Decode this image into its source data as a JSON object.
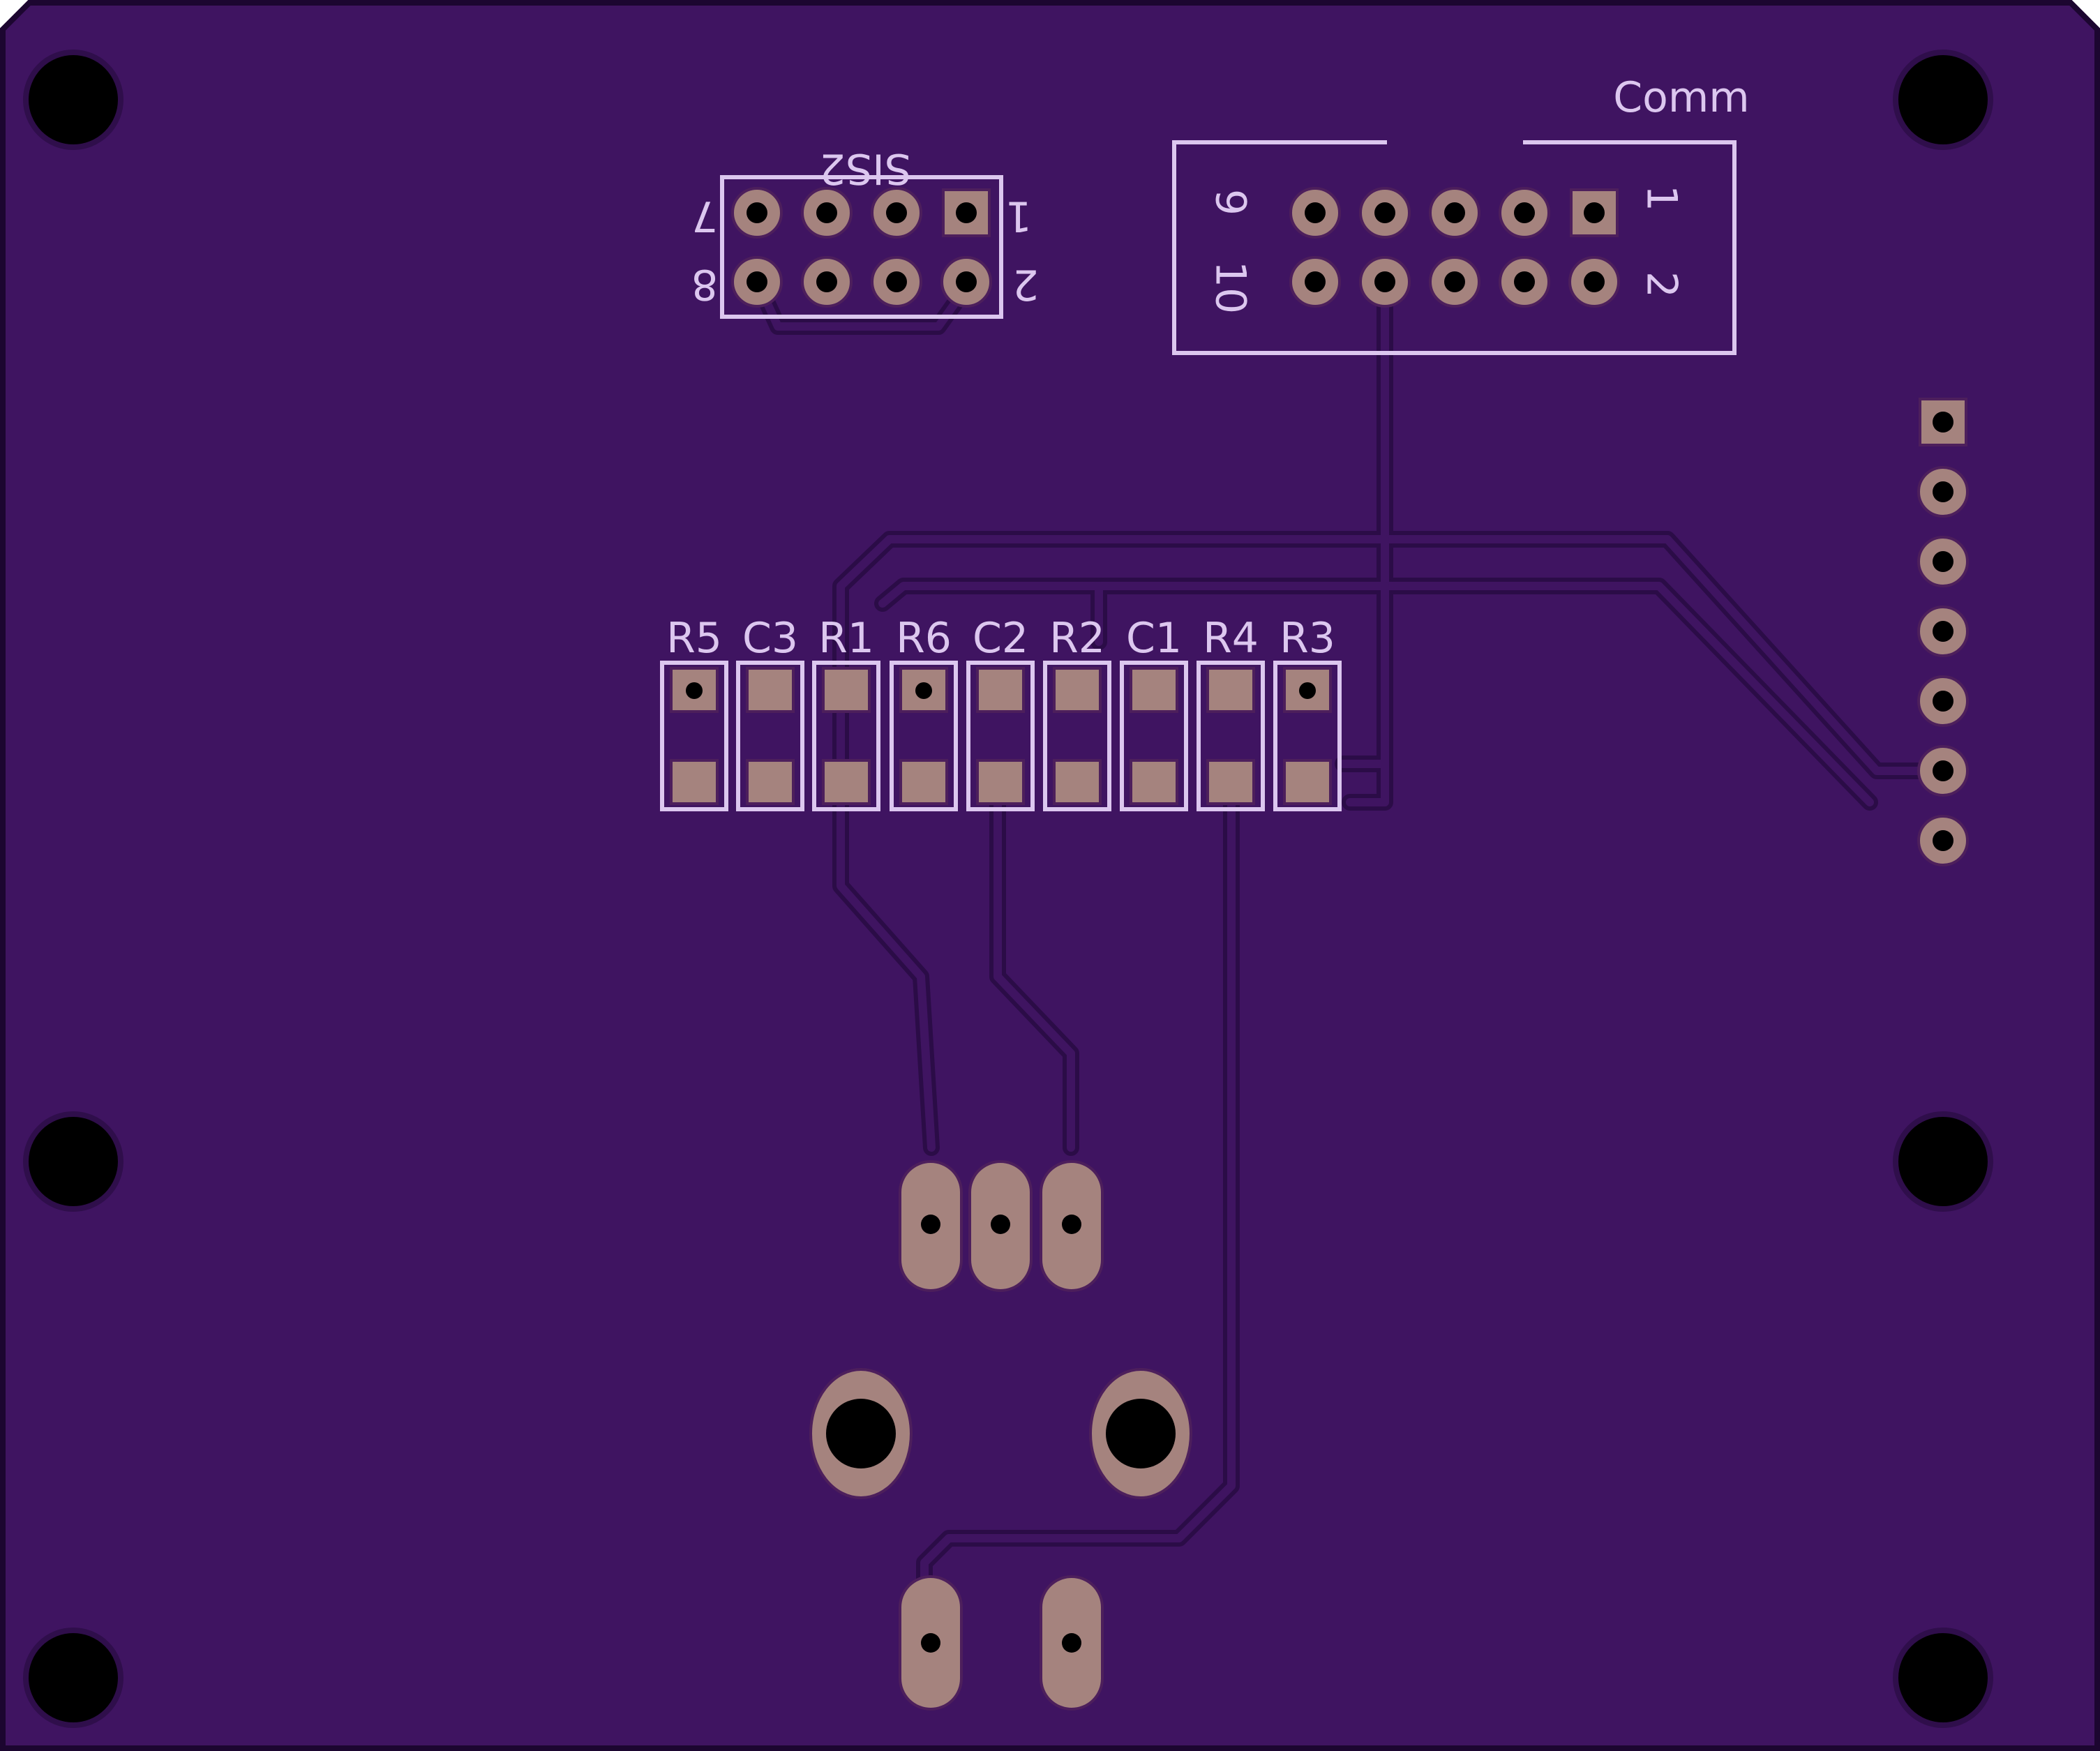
{
  "board": {
    "colors": {
      "substrate": "#3f1461",
      "edge": "#1c0630",
      "trace": "#2b0c47",
      "copper_pad": "#a5837e",
      "silkscreen": "#dcc7ef",
      "drill": "#000000"
    },
    "labels": {
      "comm_ref": "Comm",
      "comm_pin1": "1",
      "comm_pin2": "2",
      "comm_pin9": "9",
      "comm_pin10": "10",
      "sisz_ref": "SIS2",
      "sisz_pin1": "1",
      "sisz_pin2": "2",
      "sisz_pin7": "7",
      "sisz_pin8": "8"
    },
    "components": [
      {
        "ref": "R5"
      },
      {
        "ref": "C3"
      },
      {
        "ref": "R1"
      },
      {
        "ref": "R6"
      },
      {
        "ref": "C2"
      },
      {
        "ref": "R2"
      },
      {
        "ref": "C1"
      },
      {
        "ref": "R4"
      },
      {
        "ref": "R3"
      }
    ],
    "icons": {
      "mounting_hole": "mounting-hole-icon",
      "through_hole_pad": "through-hole-pad-icon",
      "smd_pad": "smd-pad-icon"
    }
  }
}
